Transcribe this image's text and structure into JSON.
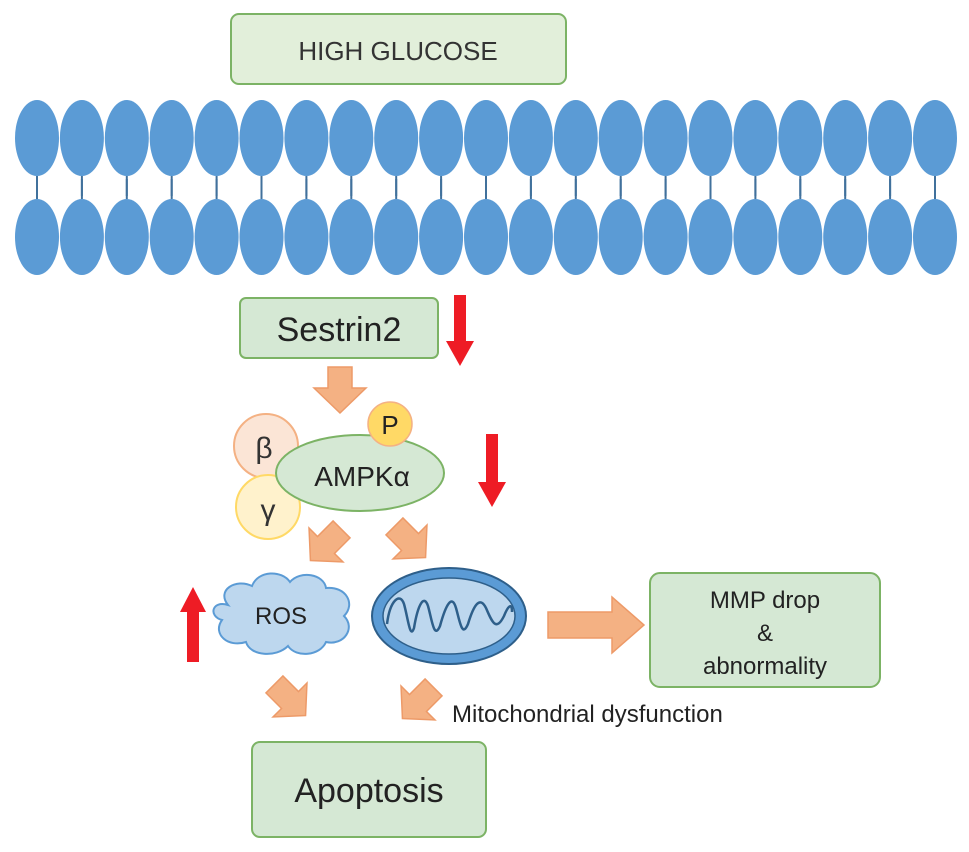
{
  "colors": {
    "box_fill": "#d5e8d4",
    "box_fill_light": "#e2efda",
    "box_stroke": "#7cb365",
    "membrane": "#5b9bd5",
    "membrane_stroke": "#41719c",
    "arrow_orange": "#f4b183",
    "arrow_orange_stroke": "#ed9a68",
    "arrow_red": "#ee1c25",
    "phospho": "#ffd966",
    "beta_fill": "#fbe5d6",
    "beta_stroke": "#f4b183",
    "gamma_fill": "#fff2cc",
    "gamma_stroke": "#ffd966",
    "ros_fill": "#bdd7ee",
    "mito_fill": "#5b9bd5"
  },
  "nodes": {
    "high_glucose": "HIGH GLUCOSE",
    "sestrin2": "Sestrin2",
    "phospho": "P",
    "beta": "β",
    "gamma": "γ",
    "ampk": "AMPKα",
    "ros": "ROS",
    "mmp_line1": "MMP drop",
    "mmp_line2": "&",
    "mmp_line3": "abnormality",
    "mito_label": "Mitochondrial dysfunction",
    "apoptosis": "Apoptosis"
  },
  "indicators": {
    "sestrin2": "down",
    "ampk": "down",
    "ros": "up"
  }
}
